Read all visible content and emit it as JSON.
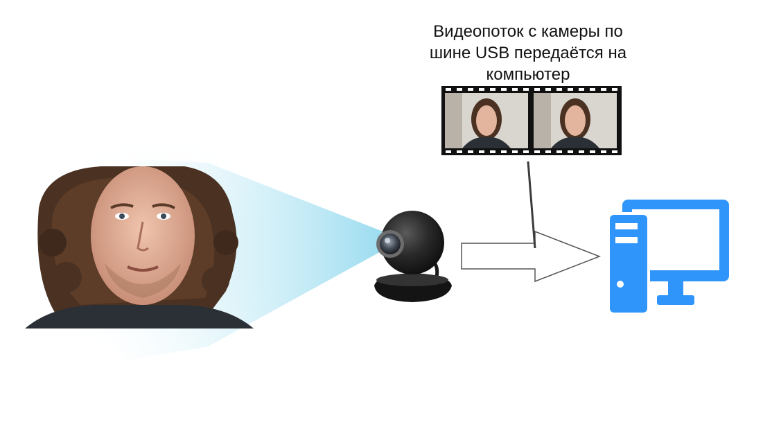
{
  "caption": {
    "lines": [
      "Видеопоток с камеры по",
      "шине USB передаётся на",
      "компьютер"
    ]
  },
  "colors": {
    "computer_icon": "#2f95fb",
    "beam": "#a9e2f1",
    "webcam_body": "#1c1c1c",
    "film_strip": "#111111",
    "arrow_outline": "#555555"
  },
  "icons": {
    "person": "person-photo-icon",
    "webcam": "webcam-icon",
    "film": "film-strip-icon",
    "computer": "desktop-computer-icon",
    "arrow": "right-arrow-icon"
  }
}
